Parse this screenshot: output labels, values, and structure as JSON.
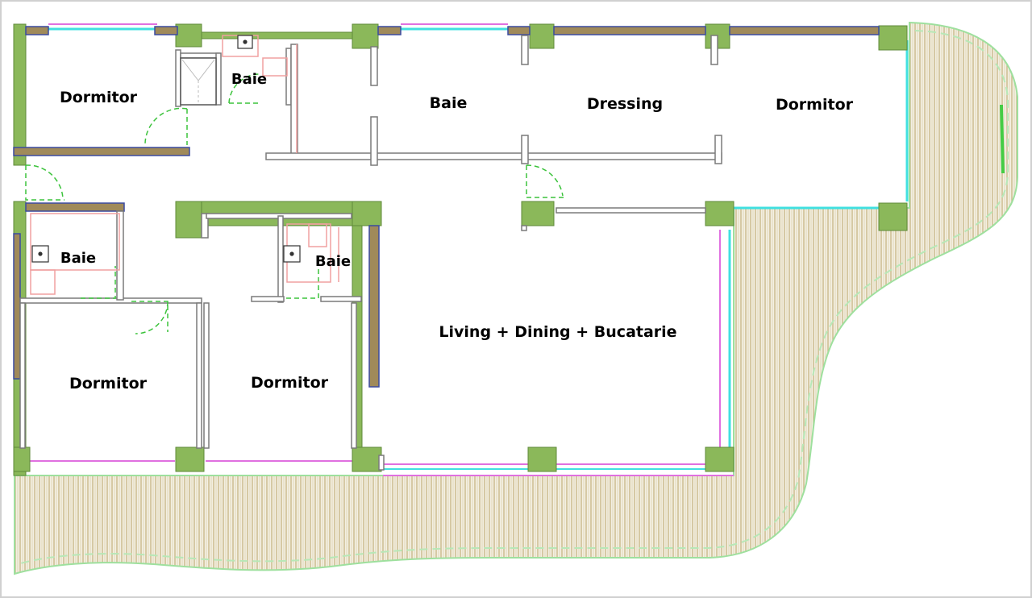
{
  "rooms": [
    {
      "key": "dormitor_top_left",
      "label": "Dormitor"
    },
    {
      "key": "baie_top_small",
      "label": "Baie"
    },
    {
      "key": "baie_top_center",
      "label": "Baie"
    },
    {
      "key": "dressing",
      "label": "Dressing"
    },
    {
      "key": "dormitor_top_right",
      "label": "Dormitor"
    },
    {
      "key": "baie_mid_left",
      "label": "Baie"
    },
    {
      "key": "baie_mid_center",
      "label": "Baie"
    },
    {
      "key": "dormitor_bottom_left",
      "label": "Dormitor"
    },
    {
      "key": "dormitor_bottom_center",
      "label": "Dormitor"
    },
    {
      "key": "living",
      "label": "Living + Dining + Bucatarie"
    }
  ],
  "colors": {
    "wall_fill": "#8bb85a",
    "wall_outline": "#5f8a3a",
    "window_brown": "#a08a5a",
    "window_blue": "#3a4aa0",
    "glazing_cyan": "#40e0e0",
    "glazing_magenta": "#e070e0",
    "terrace_hatch": "#c9b98a",
    "terrace_edge": "#9ee09e",
    "interior_wall": "#8a8a8a",
    "door_swing": "#3cc33c",
    "fixture_pink": "#f0a0a0"
  }
}
